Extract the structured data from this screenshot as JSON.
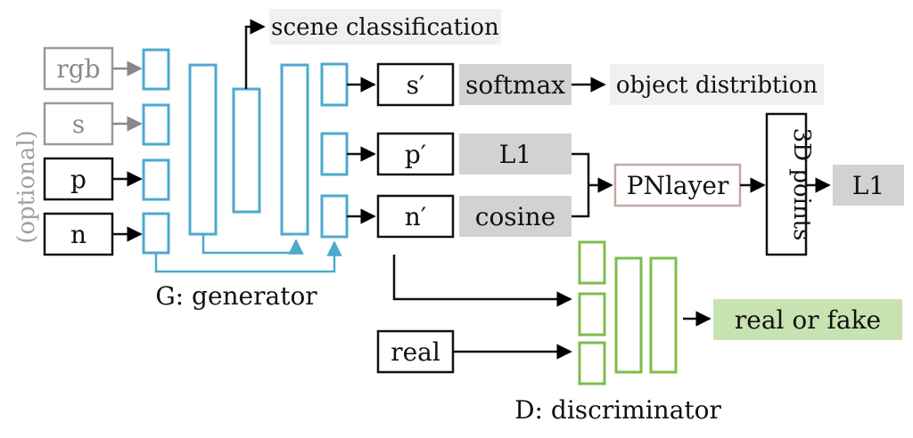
{
  "colors": {
    "generator": "#4da9cf",
    "discriminator": "#7dbe4a",
    "gray_label_bg": "#d2d2d2",
    "light_label_bg": "#f0f0f0",
    "green_label_bg": "#c7e3b1",
    "optional_text": "#a0a0a0",
    "pnlayer_border": "#bfa9a2"
  },
  "inputs": {
    "optional_label": "(optional)",
    "rgb": "rgb",
    "s": "s",
    "p": "p",
    "n": "n"
  },
  "generator": {
    "label": "G: generator"
  },
  "outputs": {
    "scene_classification": "scene classification",
    "s_prime": "s′",
    "p_prime": "p′",
    "n_prime": "n′",
    "softmax": "softmax",
    "object_distribution": "object distribtion",
    "l1_p": "L1",
    "cosine": "cosine",
    "pnlayer": "PNlayer",
    "points_3d": "3D points",
    "l1_points": "L1"
  },
  "discriminator": {
    "label": "D: discriminator",
    "real_input": "real",
    "result": "real or fake"
  }
}
